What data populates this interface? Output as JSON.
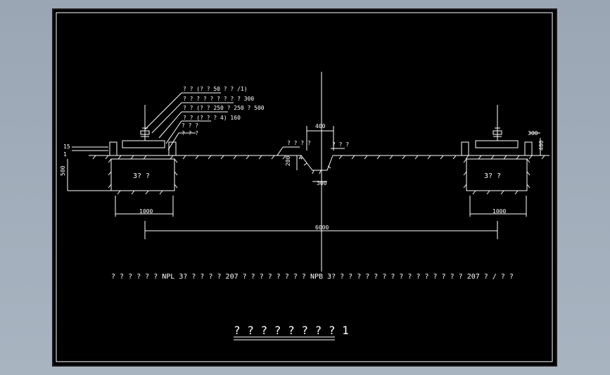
{
  "drawing": {
    "left_labels": {
      "callout_1": "? ? (? ? 50 ? ? /1)",
      "callout_2": "? ? ? ? ? ? ? ? ? 300",
      "callout_3": "? ? (? ? 250 ? 250 ? 500",
      "callout_4": "? ? (? ? ? 4) 160",
      "callout_5": "? ? ?",
      "callout_6": "? ? ?"
    },
    "left_dims": {
      "small_1": "15",
      "small_2": "1",
      "vertical": "500",
      "base_width": "1000",
      "box_label": "3? ?"
    },
    "center": {
      "width_top": "400",
      "depth": "200",
      "bottom": "300",
      "left_label": "? ? ? ?",
      "right_label": "? ? ?",
      "mark": "*"
    },
    "right_dims": {
      "top": "300",
      "vertical": "400",
      "base_width": "1000",
      "box_label": "3? ?"
    },
    "overall_span": "6000",
    "note": "? ? ? ? ? ? NPL 3? ? ? ? ? 207 ? ? ? ? ? ? ? ? NPB 3? ? ? ? ? ? ? ? ? ? ? ? ? ? ? ? 207 ? / ? ?",
    "title": "? ? ? ? ? ? ? ? 1"
  }
}
